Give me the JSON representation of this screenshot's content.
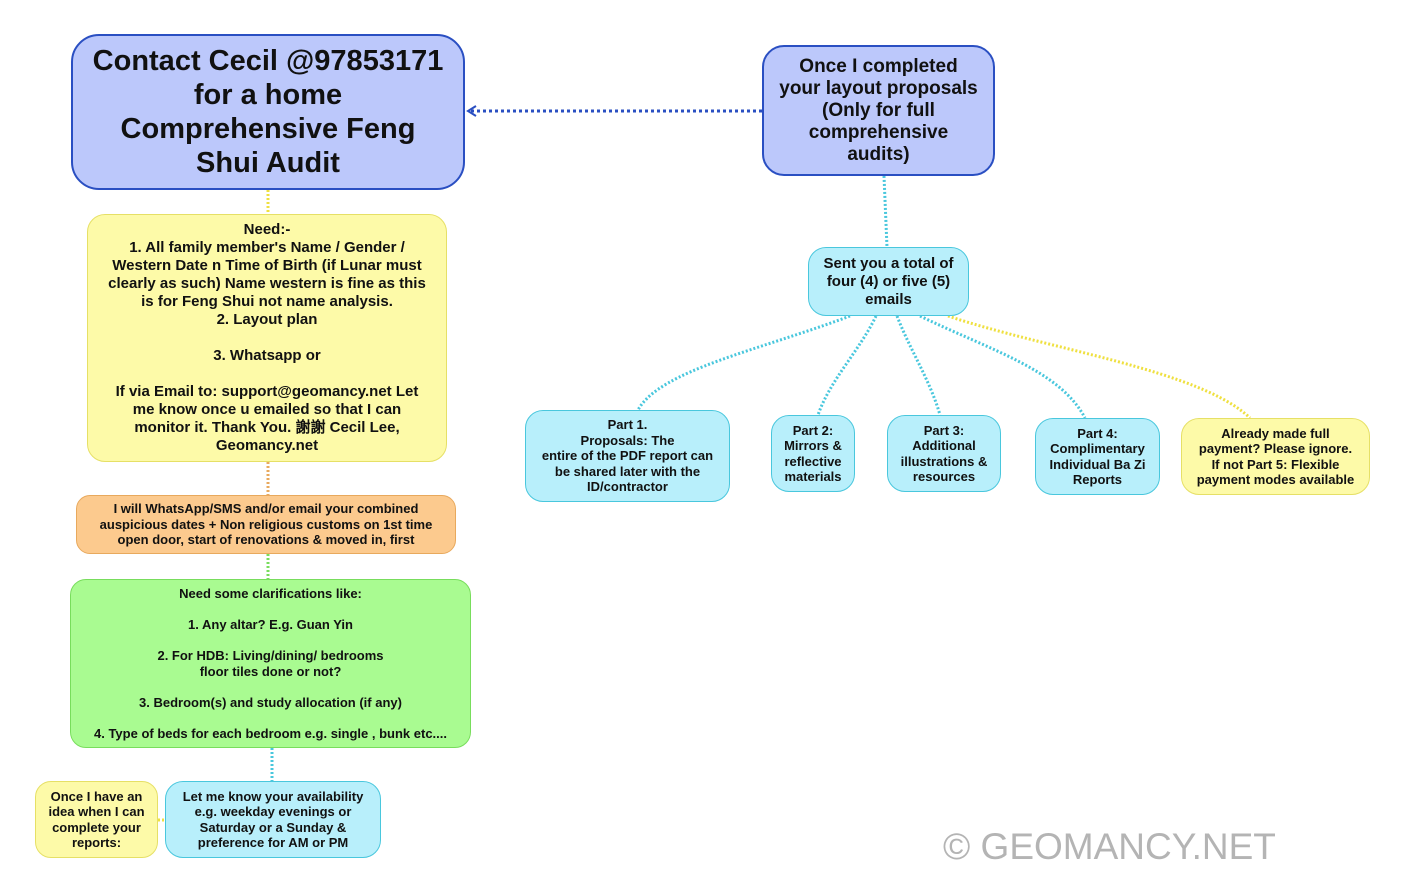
{
  "nodes": {
    "contact": "Contact Cecil @97853171\nfor a home\nComprehensive Feng\nShui Audit",
    "need": "Need:-\n1. All family member's Name / Gender /\nWestern Date n Time of Birth (if Lunar must\nclearly as such) Name western is fine as this\nis for Feng Shui not name analysis.\n2. Layout plan\n\n3. Whatsapp or\n\nIf via Email to: support@geomancy.net Let\nme know once u emailed so that I can\nmonitor it. Thank You. 謝謝 Cecil Lee,\nGeomancy.net",
    "whatsapp": "I will WhatsApp/SMS and/or email your combined\nauspicious dates + Non religious customs on 1st time\nopen door, start of renovations & moved in, first",
    "clarifications": "Need some clarifications like:\n\n1. Any altar? E.g. Guan Yin\n\n2. For HDB: Living/dining/ bedrooms\nfloor tiles done or not?\n\n3. Bedroom(s) and study allocation (if any)\n\n4. Type of beds for each bedroom e.g. single , bunk etc....",
    "availability": "Let me know your availability\ne.g. weekday evenings or\nSaturday or a Sunday &\npreference for AM or PM",
    "once_idea": "Once I have an\nidea when I can\ncomplete your\nreports:",
    "completed": "Once I completed\nyour layout proposals\n(Only for full\ncomprehensive\naudits)",
    "sent": "Sent you a total of\nfour (4) or five (5)\nemails",
    "part1": "Part 1.\nProposals: The\nentire of the PDF report can\nbe shared later with the\nID/contractor",
    "part2": "Part 2:\nMirrors &\nreflective\nmaterials",
    "part3": "Part 3:\nAdditional\nillustrations &\nresources",
    "part4": "Part 4:\nComplimentary\nIndividual Ba Zi\nReports",
    "part5": "Already made full\npayment? Please ignore.\nIf not Part 5: Flexible\npayment modes available"
  },
  "watermark": "© GEOMANCY.NET",
  "colors": {
    "blue_fill": "#bcc8fb",
    "blue_border": "#2a4fc2",
    "yellow_fill": "#fdfaa8",
    "orange_fill": "#fcca8e",
    "green_fill": "#a9fb91",
    "cyan_fill": "#b8effb",
    "cyan_link": "#49c7dd",
    "yellow_link": "#efe040"
  }
}
